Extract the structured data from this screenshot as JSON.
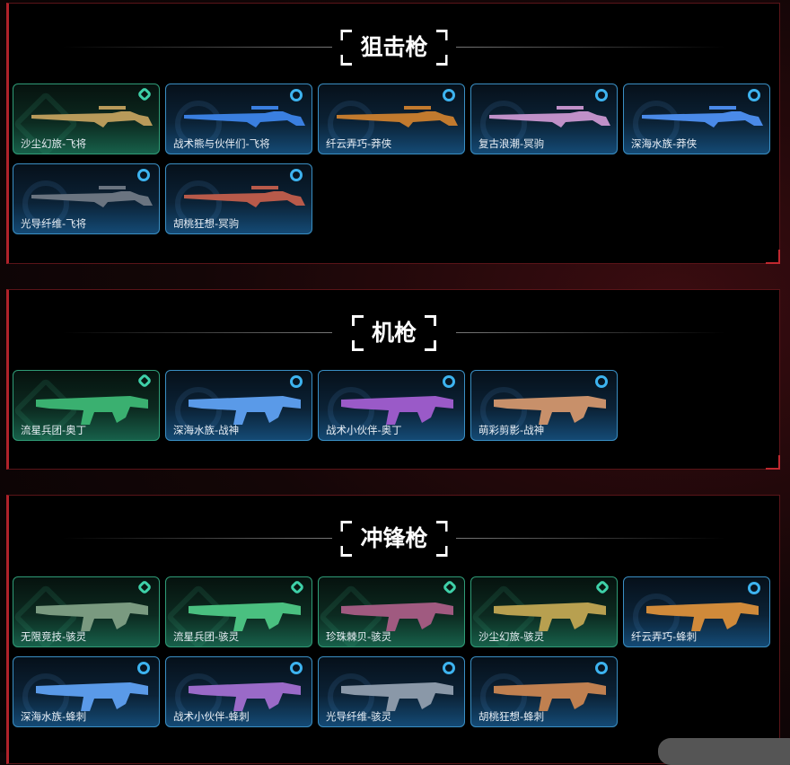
{
  "sections": [
    {
      "title": "狙击枪",
      "cards": [
        {
          "name": "沙尘幻旅-飞将",
          "rarity": "green",
          "color": "#b89a5a"
        },
        {
          "name": "战术熊与伙伴们-飞将",
          "rarity": "blue",
          "color": "#3a7fe0"
        },
        {
          "name": "纤云弄巧-莽侠",
          "rarity": "blue",
          "color": "#c27a2e"
        },
        {
          "name": "复古浪潮-冥驹",
          "rarity": "blue",
          "color": "#c090c8"
        },
        {
          "name": "深海水族-莽侠",
          "rarity": "blue",
          "color": "#4a8ae8"
        },
        {
          "name": "光导纤维-飞将",
          "rarity": "blue",
          "color": "#6a7480"
        },
        {
          "name": "胡桃狂想-冥驹",
          "rarity": "blue",
          "color": "#b85a4a"
        }
      ]
    },
    {
      "title": "机枪",
      "cards": [
        {
          "name": "流星兵团-奥丁",
          "rarity": "green",
          "color": "#3ab070"
        },
        {
          "name": "深海水族-战神",
          "rarity": "blue",
          "color": "#5a9ae8"
        },
        {
          "name": "战术小伙伴-奥丁",
          "rarity": "blue",
          "color": "#9a5ac8"
        },
        {
          "name": "萌彩剪影-战神",
          "rarity": "blue",
          "color": "#c8906a"
        }
      ]
    },
    {
      "title": "冲锋枪",
      "cards": [
        {
          "name": "无限竞技-骇灵",
          "rarity": "green",
          "color": "#7a9a80"
        },
        {
          "name": "流星兵团-骇灵",
          "rarity": "green",
          "color": "#4ac080"
        },
        {
          "name": "珍珠棘贝-骇灵",
          "rarity": "green",
          "color": "#a05a80"
        },
        {
          "name": "沙尘幻旅-骇灵",
          "rarity": "green",
          "color": "#b8a050"
        },
        {
          "name": "纤云弄巧-蜂刺",
          "rarity": "blue",
          "color": "#d08a3a"
        },
        {
          "name": "深海水族-蜂刺",
          "rarity": "blue",
          "color": "#5a9ae8"
        },
        {
          "name": "战术小伙伴-蜂刺",
          "rarity": "blue",
          "color": "#9a6ac8"
        },
        {
          "name": "光导纤维-骇灵",
          "rarity": "blue",
          "color": "#8a98a8"
        },
        {
          "name": "胡桃狂想-蜂刺",
          "rarity": "blue",
          "color": "#c08050"
        }
      ]
    }
  ]
}
